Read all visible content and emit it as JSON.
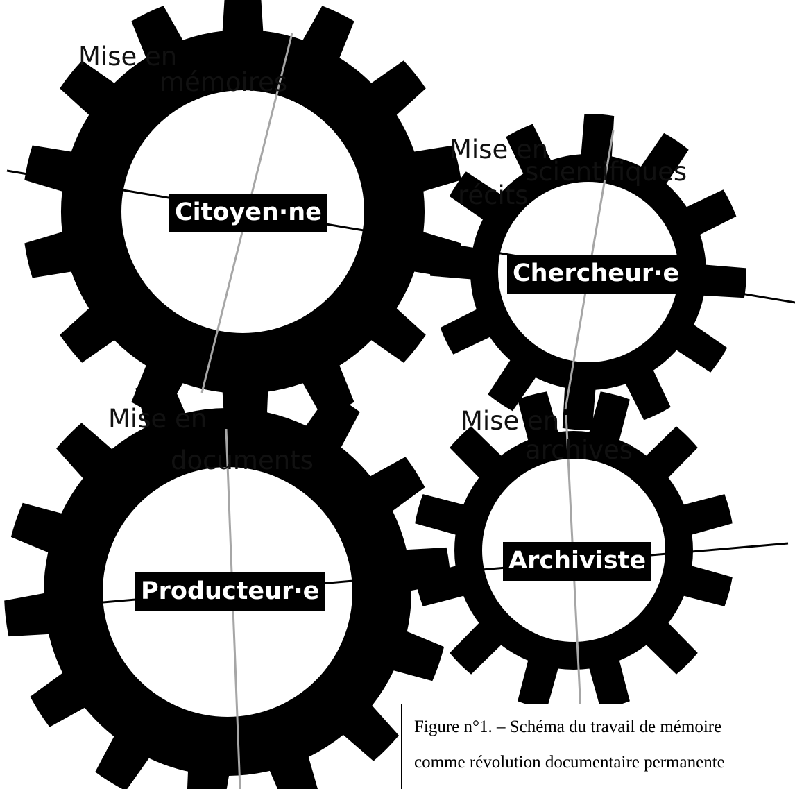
{
  "diagram": {
    "gears": [
      {
        "id": "citoyen",
        "role": "Citoyen·ne"
      },
      {
        "id": "chercheur",
        "role": "Chercheur·e"
      },
      {
        "id": "producteur",
        "role": "Producteur·e"
      },
      {
        "id": "archiviste",
        "role": "Archiviste"
      }
    ],
    "process_labels": {
      "memoires_line1": "Mise en",
      "memoires_line2": "mémoires",
      "scientifiques_line1": "Mise en",
      "scientifiques_line2": "scientifiques",
      "scientifiques_line3": "récits",
      "documents_line1": "Mise en",
      "documents_line2": "documents",
      "archives_line1": "Mise en",
      "archives_line2": "archives"
    },
    "caption": {
      "line1": "Figure n°1. – Schéma du travail de mémoire",
      "line2": "comme révolution documentaire permanente"
    },
    "colors": {
      "gear": "#000000",
      "gear_hole": "#ffffff",
      "axis_black": "#000000",
      "axis_grey": "#a6a6a6"
    }
  }
}
